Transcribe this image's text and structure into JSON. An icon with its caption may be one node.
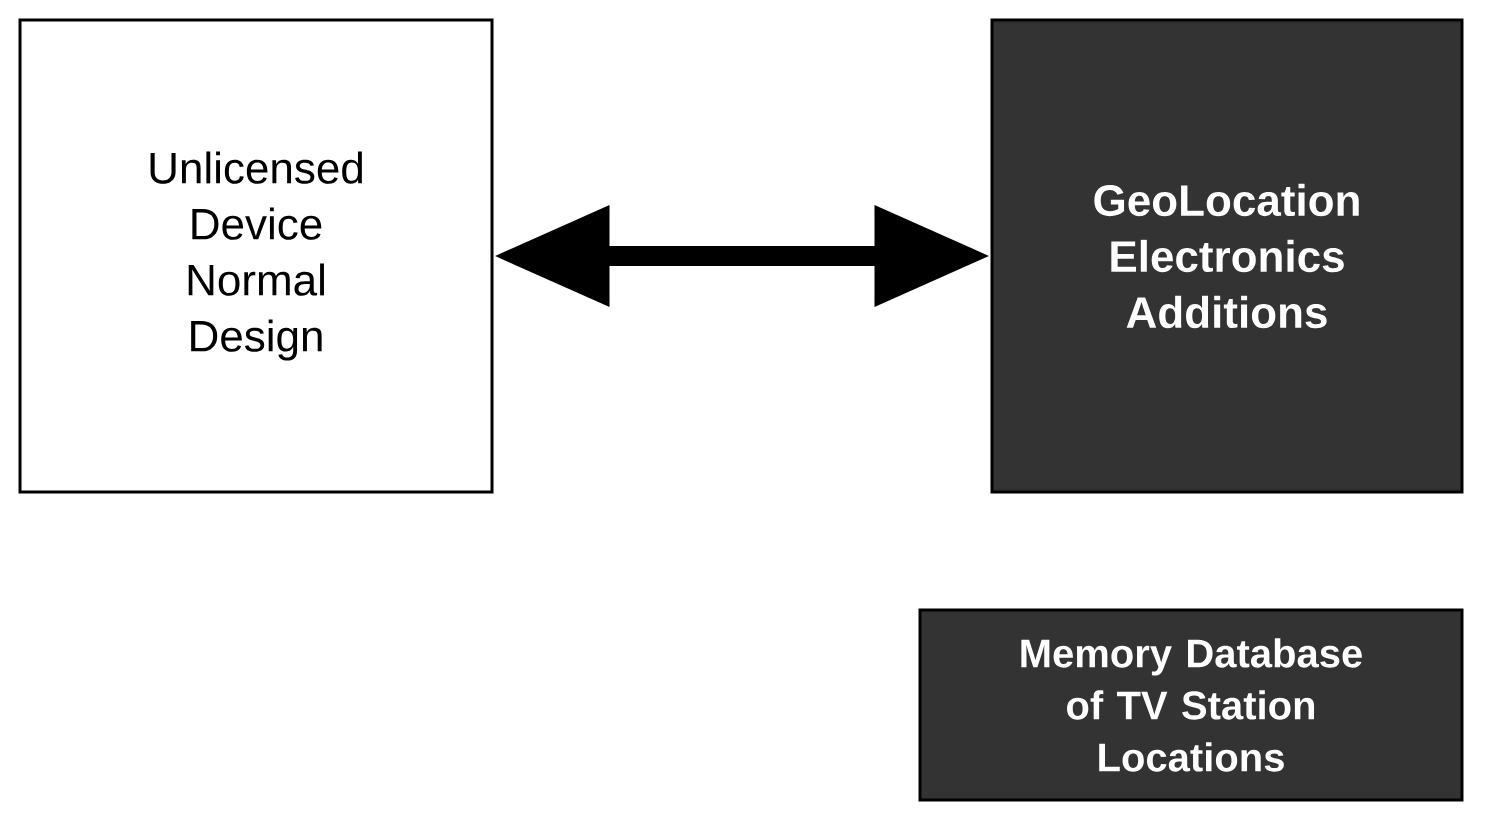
{
  "diagram": {
    "nodes": [
      {
        "text": [
          "Unlicensed Device Normal Design"
        ]
      },
      {
        "text": [
          "GeoLocation Electronics Additions"
        ]
      },
      {
        "text": [
          "Memory Database of TV Station Locations"
        ]
      }
    ],
    "edges": [
      {
        "from": 0,
        "to": 1,
        "arrow": "both"
      }
    ]
  }
}
